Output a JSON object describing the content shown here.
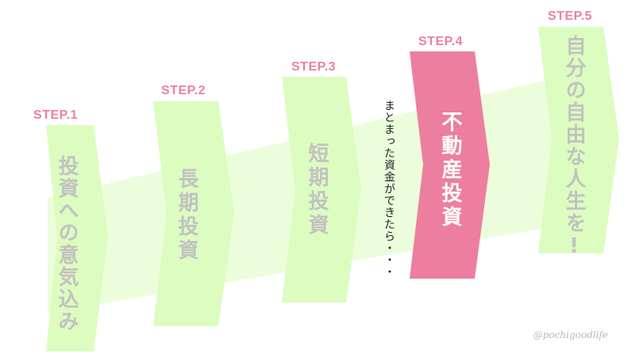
{
  "colors": {
    "step_green": "#dcfcc0",
    "band_green": "#ecfddb",
    "step_pink": "#ec7f9f",
    "label_pink": "#ec7f9f",
    "muted_text": "#c2c2c2"
  },
  "steps": [
    {
      "label": "STEP.1",
      "text": "投資への意気込み"
    },
    {
      "label": "STEP.2",
      "text": "長期投資"
    },
    {
      "label": "STEP.3",
      "text": "短期投資"
    },
    {
      "label": "STEP.4",
      "text": "不動産投資"
    },
    {
      "label": "STEP.5",
      "text": "自分の自由な人生を!"
    }
  ],
  "transition_note": "まとまった資金ができたら・・・",
  "watermark": "@pochigoodlife"
}
